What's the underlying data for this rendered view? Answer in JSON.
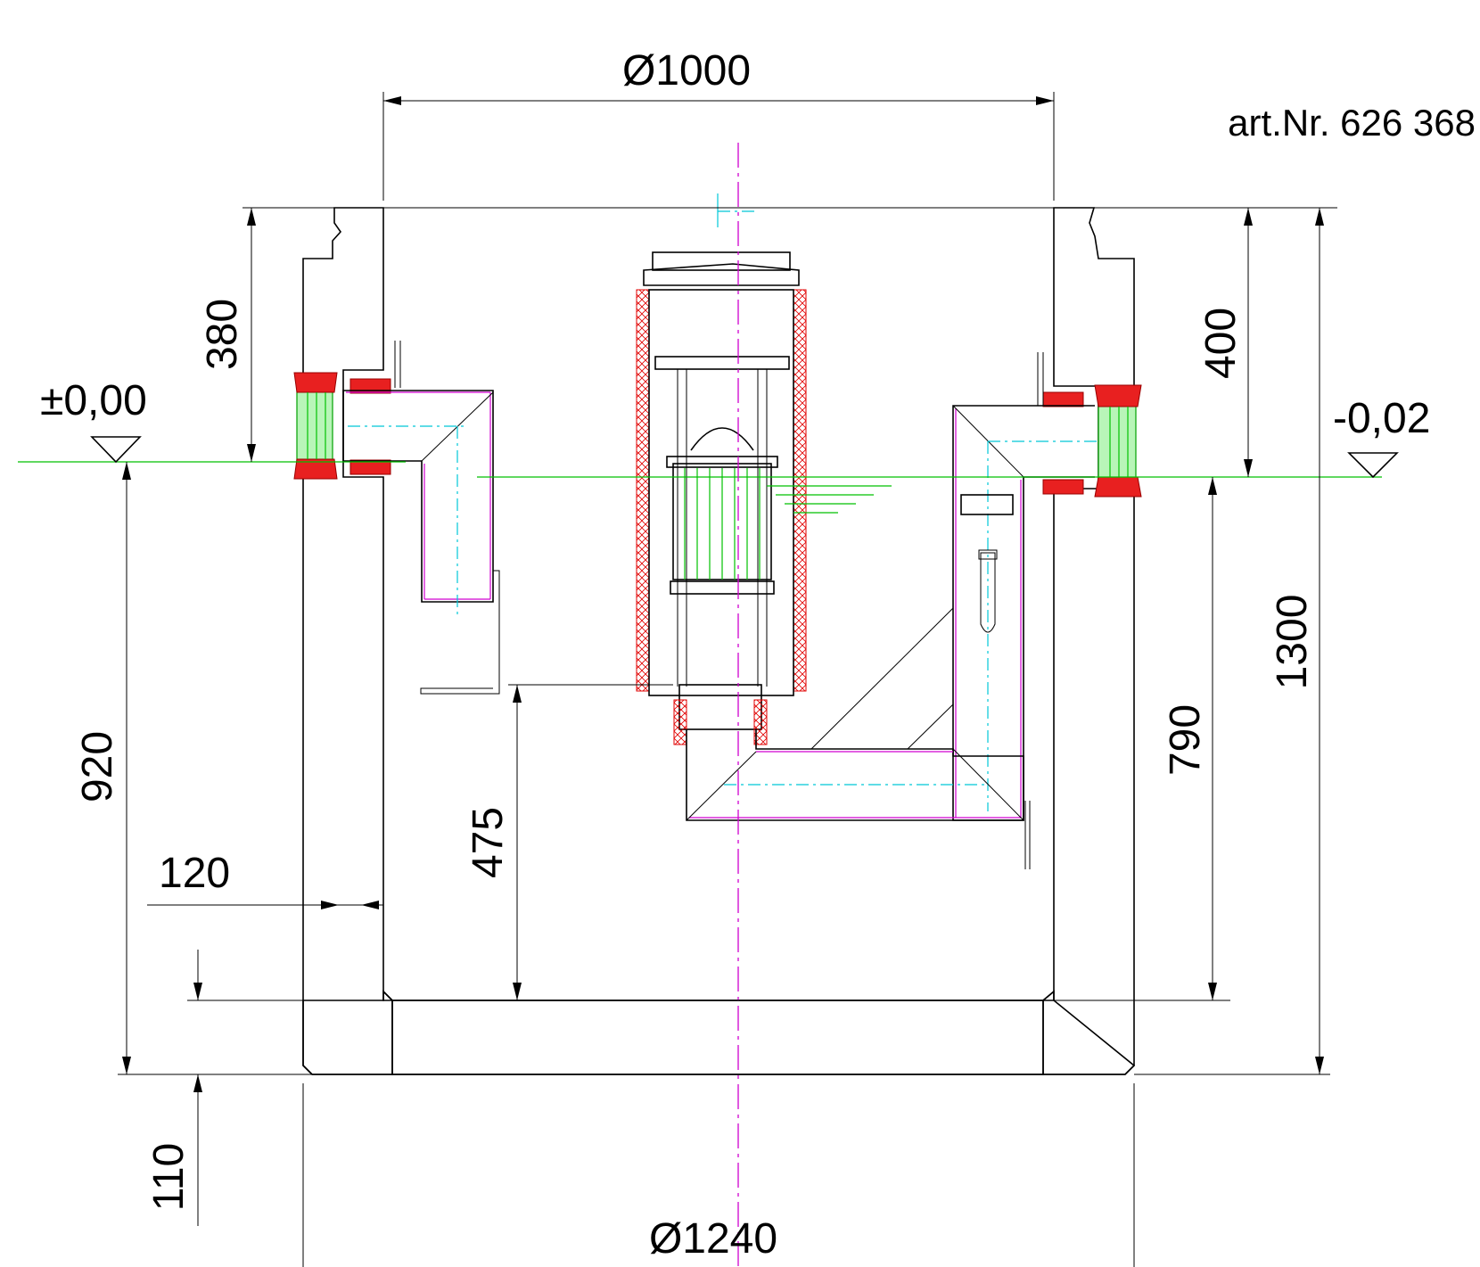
{
  "drawing": {
    "article_number": "art.Nr. 626 368",
    "colors": {
      "outline": "#000000",
      "hatch": "#e00000",
      "seal": "#e82020",
      "centerline": "#d000d0",
      "axis": "#00c8d8",
      "water_level": "#00c000"
    },
    "dimensions": {
      "inner_diameter": "Ø1000",
      "outer_diameter": "Ø1240",
      "top_to_inlet": "380",
      "top_to_outlet": "400",
      "inlet_to_bottom": "920",
      "outlet_to_floor": "790",
      "total_height": "1300",
      "wall_thickness": "120",
      "pump_height": "475",
      "base_thickness": "110"
    },
    "levels": {
      "inlet": "±0,00",
      "outlet": "-0,02"
    }
  }
}
